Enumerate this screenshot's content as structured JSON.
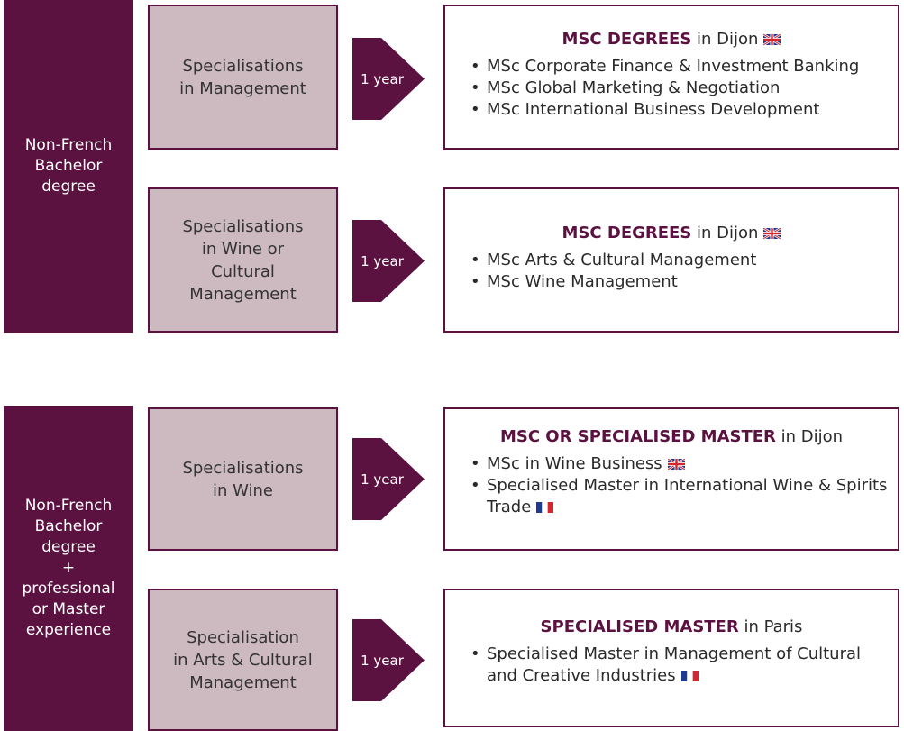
{
  "colors": {
    "accent": "#5b1240",
    "spec_fill": "#cdb9c0"
  },
  "groups": [
    {
      "requirement": "Non-French\nBachelor\ndegree",
      "rows": [
        {
          "specialisation": "Specialisations\nin Management",
          "duration": "1 year",
          "degree_title": "MSC DEGREES",
          "degree_location": " in Dijon",
          "title_flag": "uk-flag-icon",
          "items": [
            {
              "text": "MSc Corporate Finance & Investment Banking"
            },
            {
              "text": "MSc Global Marketing & Negotiation"
            },
            {
              "text": "MSc International Business Development"
            }
          ]
        },
        {
          "specialisation": "Specialisations\nin Wine or\nCultural\nManagement",
          "duration": "1 year",
          "degree_title": "MSC DEGREES",
          "degree_location": " in Dijon",
          "title_flag": "uk-flag-icon",
          "items": [
            {
              "text": "MSc Arts & Cultural Management"
            },
            {
              "text": "MSc Wine Management"
            }
          ]
        }
      ]
    },
    {
      "requirement": "Non-French\nBachelor\ndegree\n+\nprofessional\nor Master\nexperience",
      "rows": [
        {
          "specialisation": "Specialisations\nin Wine",
          "duration": "1 year",
          "degree_title": "MSC OR SPECIALISED MASTER",
          "degree_location": " in Dijon",
          "items": [
            {
              "text": "MSc in Wine Business",
              "flag": "uk-flag-icon"
            },
            {
              "text": "Specialised Master in International Wine & Spirits Trade",
              "flag": "french-flag-icon"
            }
          ]
        },
        {
          "specialisation": "Specialisation\nin Arts & Cultural\nManagement",
          "duration": "1 year",
          "degree_title": "SPECIALISED MASTER",
          "degree_location": " in Paris",
          "items": [
            {
              "text": "Specialised Master in Management of Cultural and Creative Industries",
              "flag": "french-flag-icon"
            }
          ]
        }
      ]
    }
  ]
}
